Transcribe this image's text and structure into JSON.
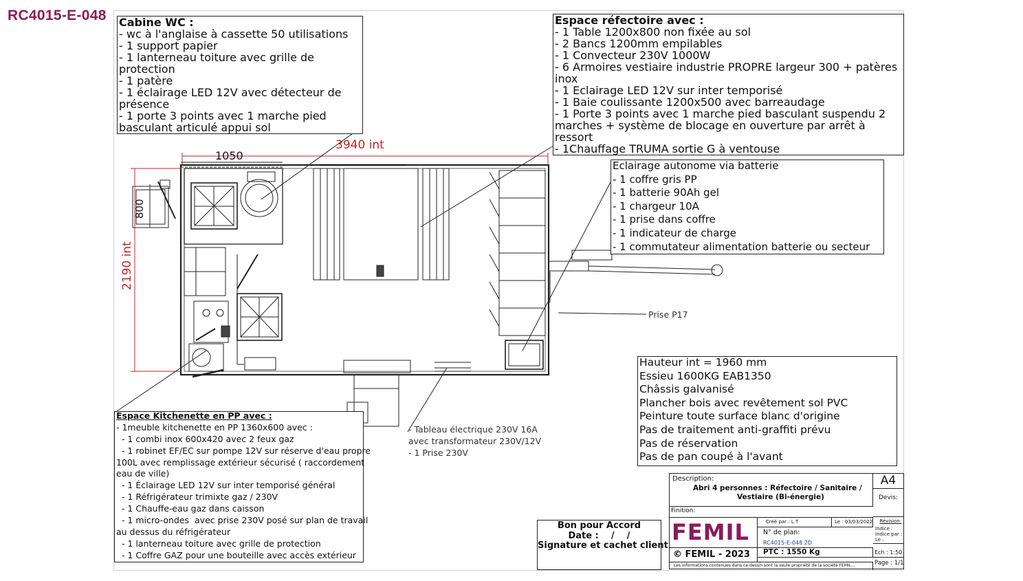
{
  "reference": "RC4015-E-048",
  "wc_box": {
    "title": "Cabine WC :",
    "lines": [
      "- wc à l'anglaise à cassette 50 utilisations",
      "- 1 support papier",
      "- 1 lanterneau toiture avec grille de",
      "protection",
      "- 1 patère",
      "- 1 éclairage LED 12V avec détecteur de",
      "présence",
      "- 1 porte 3 points avec 1 marche pied",
      "basculant articulé appui sol"
    ]
  },
  "refectoire_box": {
    "title": "Espace réfectoire avec :",
    "lines": [
      "- 1 Table 1200x800 non fixée au sol",
      "- 2 Bancs 1200mm empilables",
      "- 1 Convecteur 230V 1000W",
      "- 6 Armoires vestiaire industrie PROPRE largeur 300 + patères",
      "inox",
      "- 1 Eclairage LED 12V sur inter temporisé",
      "- 1 Baie coulissante 1200x500 avec barreaudage",
      "- 1 Porte 3 points avec 1 marche pied basculant suspendu 2",
      "marches + système de blocage en ouverture par arrêt à",
      "ressort",
      "- 1Chauffage TRUMA sortie G à ventouse"
    ]
  },
  "eclairage_box": {
    "title": "Eclairage autonome via batterie",
    "lines": [
      "- 1 coffre gris PP",
      "- 1 batterie 90Ah gel",
      "- 1 chargeur 10A",
      "- 1 prise dans coffre",
      "- 1 indicateur de charge",
      "- 1 commutateur alimentation batterie ou secteur"
    ]
  },
  "kitchen_box": {
    "title": "Espace Kitchenette en PP avec :",
    "lines": [
      "- 1meuble kitchenette en  PP 1360x600 avec :",
      "  - 1 combi inox 600x420 avec 2 feux gaz",
      "  - 1 robinet EF/EC sur pompe 12V sur réserve d'eau propre",
      "100L avec remplissage extérieur sécurisé ( raccordement",
      "eau de ville)",
      "  - 1 Éclairage LED 12V sur inter temporisé général",
      "  - 1 Réfrigérateur trimixte gaz / 230V",
      "  - 1 Chauffe-eau gaz dans caisson",
      "  - 1 micro-ondes  avec prise 230V posé sur plan de travail",
      "au dessus du réfrigérateur",
      "  - 1 lanterneau toiture avec grille de protection",
      "  - 1 Coffre GAZ pour une bouteille avec accès extérieur"
    ]
  },
  "tableau_note": {
    "lines": [
      "- Tableau électrique 230V 16A",
      "avec transformateur 230V/12V",
      "- 1 Prise 230V"
    ]
  },
  "prise_label": "Prise P17",
  "specs_box": {
    "lines": [
      "Hauteur int = 1960 mm",
      "Essieu 1600KG EAB1350",
      "Châssis galvanisé",
      "Plancher bois avec revêtement sol PVC",
      "Peinture toute surface blanc d'origine",
      "Pas de traitement anti-graffiti prévu",
      "Pas de réservation",
      "Pas de pan coupé à l'avant"
    ]
  },
  "dimensions": {
    "length": "3940 int",
    "wc_width": "1050",
    "width": "2190 int",
    "door": "800"
  },
  "accord_box": {
    "lines": [
      "Bon pour Accord",
      "Date :    /    /",
      "Signature et cachet client"
    ]
  },
  "cartouche": {
    "description_label": "Description:",
    "description": "Abri 4 personnes : Réfectoire  / Sanitaire /",
    "description2": "Vestiaire (Bi-énergie)",
    "format": "A4",
    "devis_label": "Devis:",
    "finition_label": "Finition:",
    "logo": "FEMIL",
    "copyright": "© FEMIL - 2023",
    "cree_par": "Créé par : L.T",
    "date": "Le : 03/03/2022",
    "revision_label": "Révision:",
    "plan_label": "N° de plan:",
    "plan_number": "RC4015-E-048 2D",
    "indice_par": "Indice :",
    "indice_par2": "Indice par :",
    "indice_le": "Le :",
    "ptc": "PTC : 1550 Kg",
    "echelle": "Ech : 1:50",
    "page": "Page : 1/1",
    "disclaimer": "Les informations contenues dans ce dessin sont la seule propriété de la société FEMIL..."
  },
  "colors": {
    "brand": "#8b1a5e",
    "dimension": "#cc2222"
  }
}
